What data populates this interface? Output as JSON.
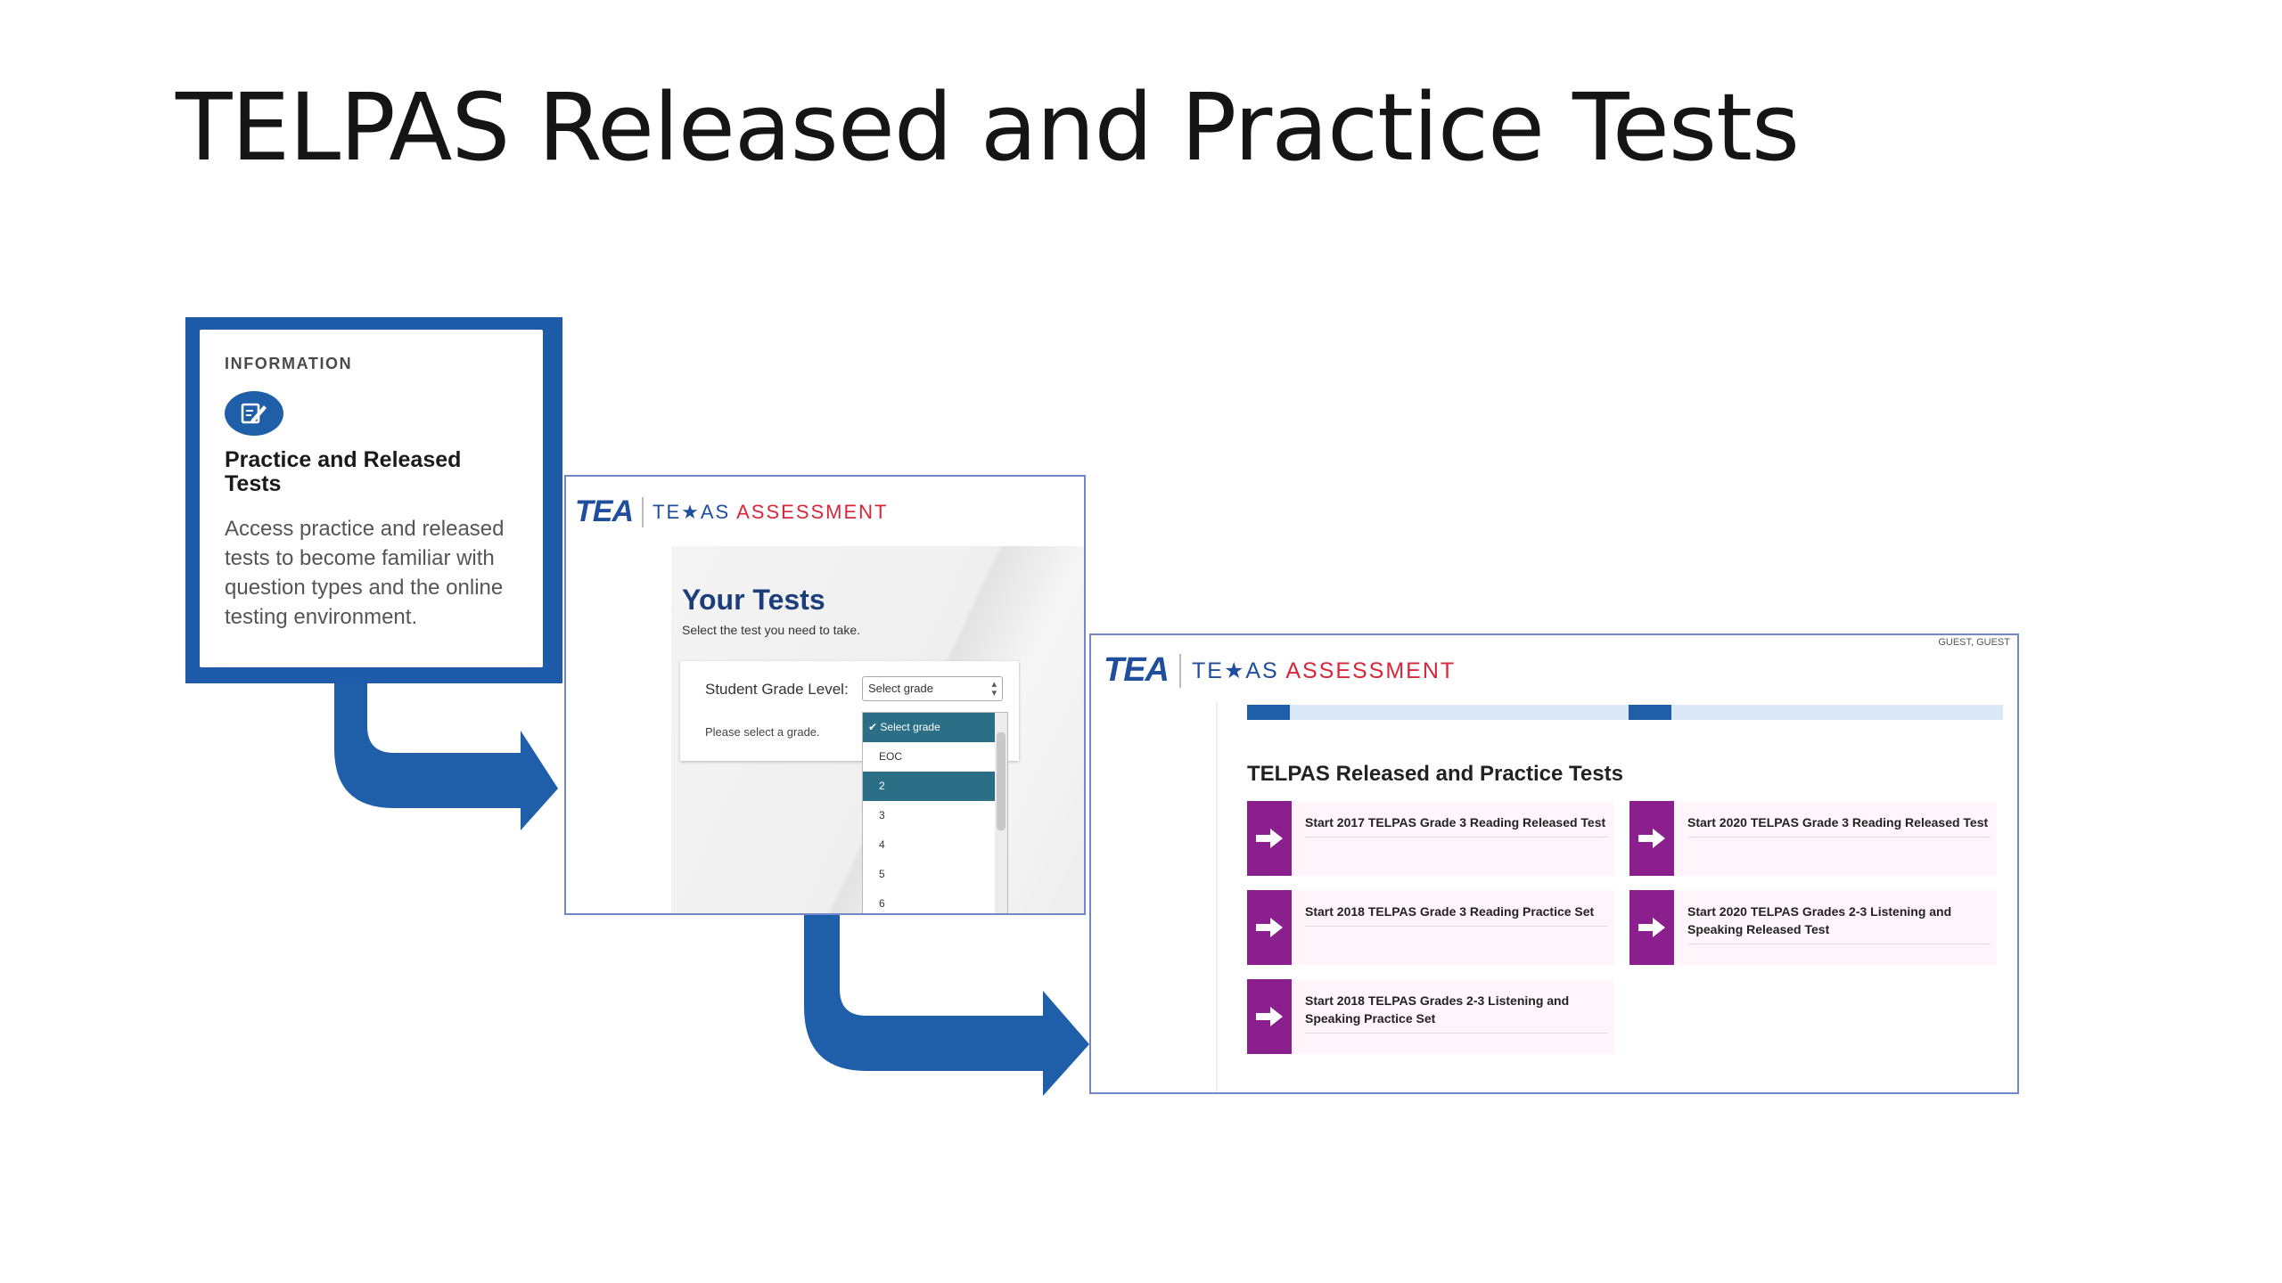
{
  "slide": {
    "title": "TELPAS Released and Practice Tests"
  },
  "info_card": {
    "kicker": "INFORMATION",
    "heading": "Practice and Released Tests",
    "body": "Access practice and released tests to become familiar with question types and the online testing environment."
  },
  "branding": {
    "tea": "TEA",
    "texas_pre": "TE",
    "texas_post": "AS",
    "assessment": "ASSESSMENT"
  },
  "your_tests": {
    "title": "Your Tests",
    "subtitle": "Select the test you need to take.",
    "grade_label": "Student Grade Level:",
    "grade_select_value": "Select grade",
    "grade_hint": "Please select a grade.",
    "options": [
      "Select grade",
      "EOC",
      "2",
      "3",
      "4",
      "5",
      "6"
    ],
    "selected_option": "2"
  },
  "tests_page": {
    "user": "GUEST, GUEST",
    "title": "TELPAS Released and Practice Tests",
    "tests": [
      "Start 2017 TELPAS Grade 3 Reading Released Test",
      "Start 2020 TELPAS Grade 3 Reading Released Test",
      "Start 2018 TELPAS Grade 3 Reading Practice Set",
      "Start 2020 TELPAS Grades 2-3 Listening and Speaking Released Test",
      "Start 2018 TELPAS Grades 2-3 Listening and Speaking Practice Set"
    ]
  },
  "colors": {
    "accent_blue": "#1e5ba8",
    "test_button_purple": "#8b1f8d",
    "dropdown_highlight": "#2b6f86",
    "texas_red": "#d8273a"
  },
  "icons": {
    "info": "document-edit-icon",
    "test_button": "arrow-right-icon",
    "flow": "curved-arrow-icon"
  }
}
